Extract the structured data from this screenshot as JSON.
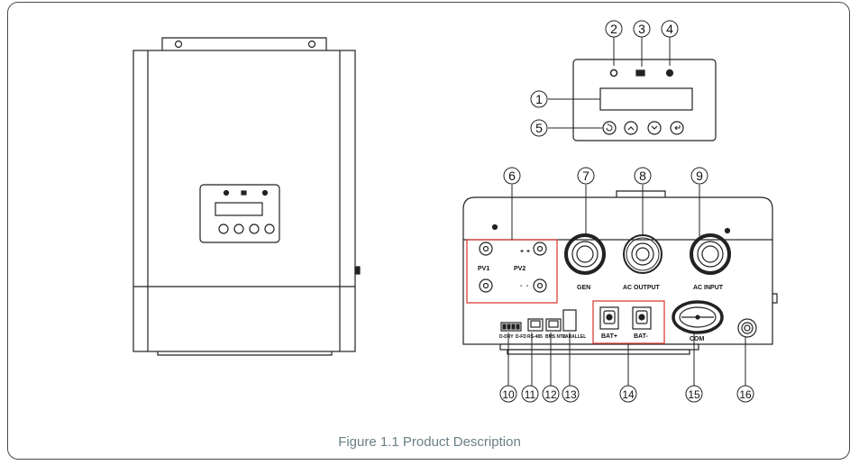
{
  "caption": "Figure 1.1 Product Description",
  "callouts": [
    "1",
    "2",
    "3",
    "4",
    "5",
    "6",
    "7",
    "8",
    "9",
    "10",
    "11",
    "12",
    "13",
    "14",
    "15",
    "16"
  ],
  "panel_labels": {
    "pv1": "PV1",
    "pv2": "PV2",
    "plus": "+",
    "minus": "-",
    "gen": "GEN",
    "ac_output": "AC  OUTPUT",
    "ac_input": "AC  INPUT",
    "bat_pos": "BAT+",
    "bat_neg": "BAT-",
    "com": "COM",
    "port_drycontact": "D-DRY",
    "port_dfd": "D-FD",
    "port_rs485": "RS-485",
    "port_bmsntc": "BMS NTC",
    "port_parallel": "PARALLEL"
  }
}
